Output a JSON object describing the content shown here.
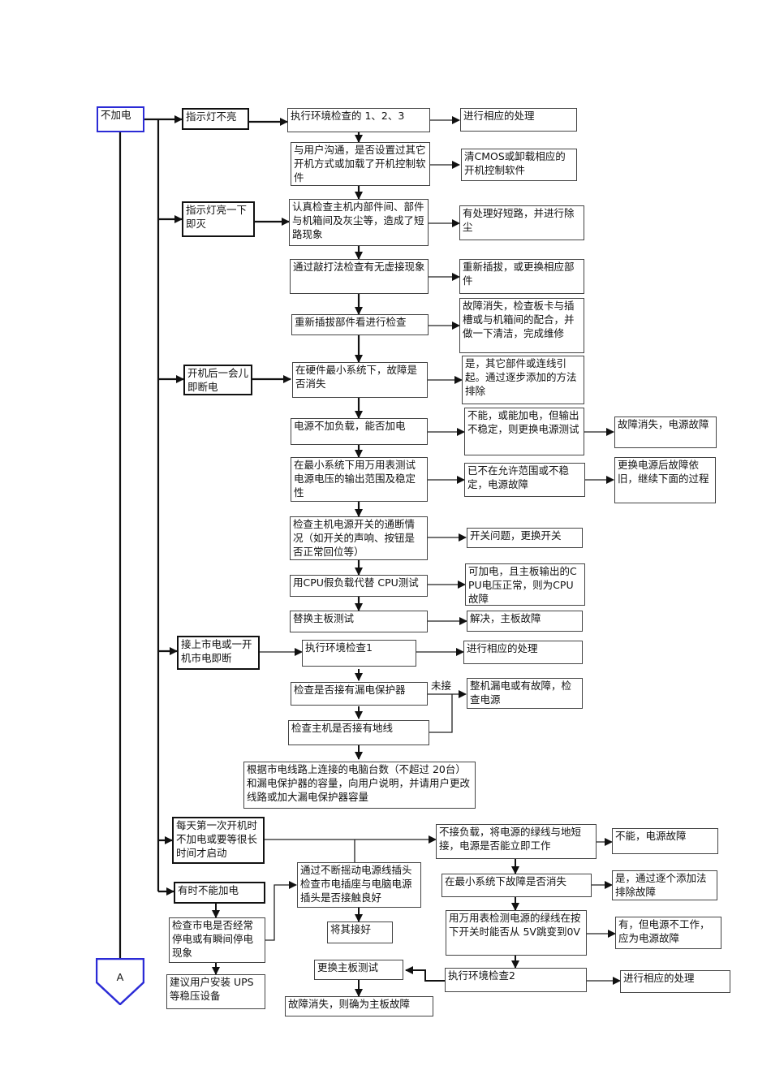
{
  "diagram": {
    "root": "不加电",
    "offpage_connector": "A",
    "branch_label_not_connected": "未接",
    "nodes": {
      "n_root": "不加电",
      "c1": "指示灯不亮",
      "c1a": "执行环境检查的 1、2、3",
      "c1a_r": "进行相应的处理",
      "c1b": "与用户沟通，是否设置过其它开机方式或加载了开机控制软件",
      "c1b_r": "清CMOS或卸载相应的开机控制软件",
      "c2": "指示灯亮一下即灭",
      "c2a": "认真检查主机内部件间、部件与机箱间及灰尘等，造成了短路现象",
      "c2a_r": "有处理好短路，并进行除尘",
      "c2b": "通过敲打法检查有无虚接现象",
      "c2b_r": "重新插拔，或更换相应部件",
      "c2c": "重新插拔部件看进行检查",
      "c2c_r": "故障消失，检查板卡与插槽或与机箱间的配合，并做一下清洁，完成维修",
      "c3": "开机后一会儿即断电",
      "c3a": "在硬件最小系统下，故障是否消失",
      "c3a_r": "是，其它部件或连线引起。通过逐步添加的方法排除",
      "c3b": "电源不加负载，能否加电",
      "c3b_r": "不能，或能加电，但输出不稳定，则更换电源测试",
      "c3b_rr": "故障消失，电源故障",
      "c3c": "在最小系统下用万用表测试电源电压的输出范围及稳定性",
      "c3c_r": "已不在允许范围或不稳定，电源故障",
      "c3c_rr": "更换电源后故障依旧，继续下面的过程",
      "c3d": "检查主机电源开关的通断情况（如开关的声响、按钮是否正常回位等）",
      "c3d_r": "开关问题，更换开关",
      "c3e": "用CPU假负载代替 CPU测试",
      "c3e_r": "可加电，且主板输出的CPU电压正常，则为CPU故障",
      "c3f": "替换主板测试",
      "c3f_r": "解决，主板故障",
      "c4": "接上市电或一开机市电即断",
      "c4a": "执行环境检查1",
      "c4a_r": "进行相应的处理",
      "c4b": "检查是否接有漏电保护器",
      "c4b_r": "整机漏电或有故障，检查电源",
      "c4c": "检查主机是否接有地线",
      "c4d": "根据市电线路上连接的电脑台数（不超过 20台）和漏电保护器的容量，向用户说明，并请用户更改线路或加大漏电保护器容量",
      "c5": "每天第一次开机时不加电或要等很长时间才启动",
      "c5a": "不接负载，将电源的绿线与地短接，电源是否能立即工作",
      "c5a_r": "不能，电源故障",
      "c5b": "在最小系统下故障是否消失",
      "c5b_r": "是，通过逐个添加法排除故障",
      "c5c": "用万用表检测电源的绿线在按下开关时能否从 5V跳变到0V",
      "c5c_r": "有，但电源不工作，应为电源故障",
      "c5d": "执行环境检查2",
      "c5d_r": "进行相应的处理",
      "c5e": "更换主板测试",
      "c5e_r": "故障消失，则确为主板故障",
      "c6": "有时不能加电",
      "c6a": "检查市电是否经常停电或有瞬间停电现象",
      "c6a_r": "建议用户安装 UPS等稳压设备",
      "c6b": "通过不断摇动电源线插头检查市电插座与电脑电源插头是否接触良好",
      "c6b_r": "将其接好"
    }
  },
  "colors": {
    "line": "#111111",
    "box_border": "#444444",
    "root_border": "#2b2bd6",
    "background": "#ffffff"
  }
}
